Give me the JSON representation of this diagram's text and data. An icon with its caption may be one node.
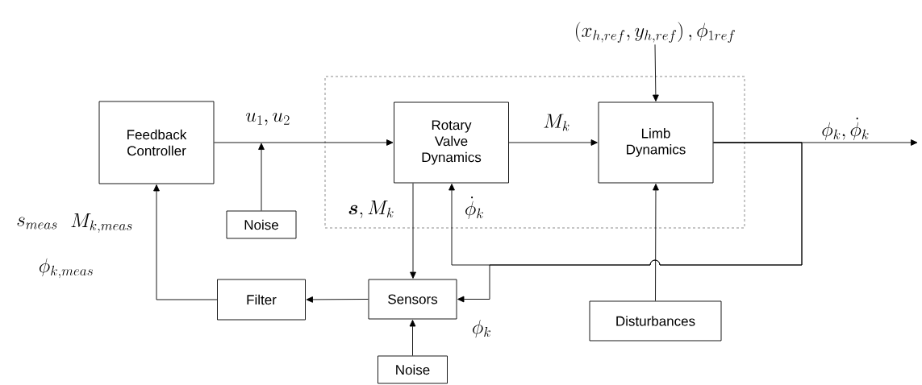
{
  "diagram": {
    "nodes": [
      {
        "text": [
          "Feedback Controller"
        ]
      },
      {
        "text": [
          "Noise"
        ]
      },
      {
        "text": [],
        "shape": "box"
      },
      {
        "text": [
          "Rotary Valve Dynamics"
        ],
        "in": 2
      },
      {
        "text": [
          "Limb Dynamics"
        ],
        "in": 2
      },
      {
        "text": [
          "Filter"
        ]
      },
      {
        "text": [
          "Sensors"
        ]
      },
      {
        "text": [
          "Noise"
        ]
      },
      {
        "text": [
          "Disturbances"
        ]
      },
      {
        "text": [
          "\\left(x_{h,ref}, y_{h,ref}\\right), \\phi_{1ref}"
        ]
      }
    ],
    "edges": [
      {
        "from": 0,
        "to": 3,
        "arrow": "to",
        "label": "u_{1}, u_{2}"
      },
      {
        "from": 1,
        "to": null,
        "arrow": "to"
      },
      {
        "from": 9,
        "to": 4,
        "arrow": "to"
      },
      {
        "from": 3,
        "to": 4,
        "arrow": "to",
        "label": "M_{k}"
      },
      {
        "from": 4,
        "to": null,
        "arrow": "to",
        "label": "\\phi_{k}, \\dot{\\phi}_{k}"
      },
      {
        "from": 3,
        "to": 6,
        "arrow": "to",
        "label": "\\boldsymbol{s}, M_{k}"
      },
      {
        "from": 4,
        "to": 3,
        "arrow": "to",
        "label": "\\dot{\\phi}_{k}"
      },
      {
        "from": 4,
        "to": 6,
        "arrow": "to",
        "label": "\\phi_{k}"
      },
      {
        "from": 6,
        "to": 5,
        "arrow": "to"
      },
      {
        "from": 5,
        "to": 0,
        "arrow": "to"
      },
      {
        "from": 7,
        "to": 6,
        "arrow": "to"
      },
      {
        "from": 8,
        "to": 4,
        "arrow": "to"
      }
    ],
    "labels": [
      "s_{meas}",
      "M_{k,meas}",
      "\\phi_{k,meas}"
    ]
  }
}
